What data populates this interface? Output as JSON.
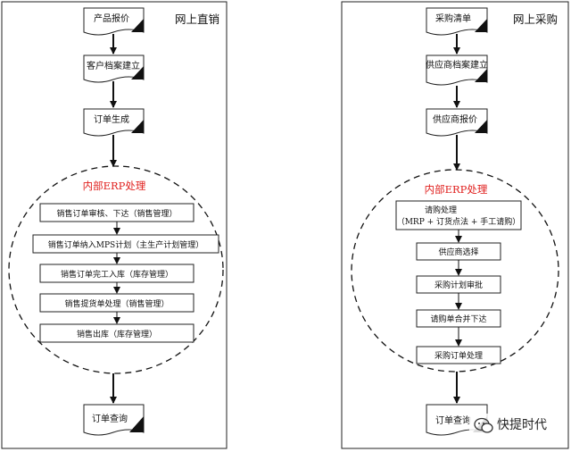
{
  "left": {
    "title": "网上直销",
    "docs": [
      "产品报价",
      "客户档案建立",
      "订单生成"
    ],
    "erp_title": "内部ERP处理",
    "steps": [
      "销售订单审核、下达（销售管理）",
      "销售订单纳入MPS计划（主生产计划管理）",
      "销售订单完工入库（库存管理）",
      "销售提货单处理（销售管理）",
      "销售出库（库存管理）"
    ],
    "end_doc": "订单查询"
  },
  "right": {
    "title": "网上采购",
    "docs": [
      "采购清单",
      "供应商档案建立",
      "供应商报价"
    ],
    "erp_title": "内部ERP处理",
    "first_step": [
      "请购处理",
      "（MRP + 订货点法 + 手工请购）"
    ],
    "steps": [
      "供应商选择",
      "采购计划审批",
      "请购单合并下达",
      "采购订单处理"
    ],
    "end_doc": "订单查询"
  },
  "watermark": "快提时代"
}
